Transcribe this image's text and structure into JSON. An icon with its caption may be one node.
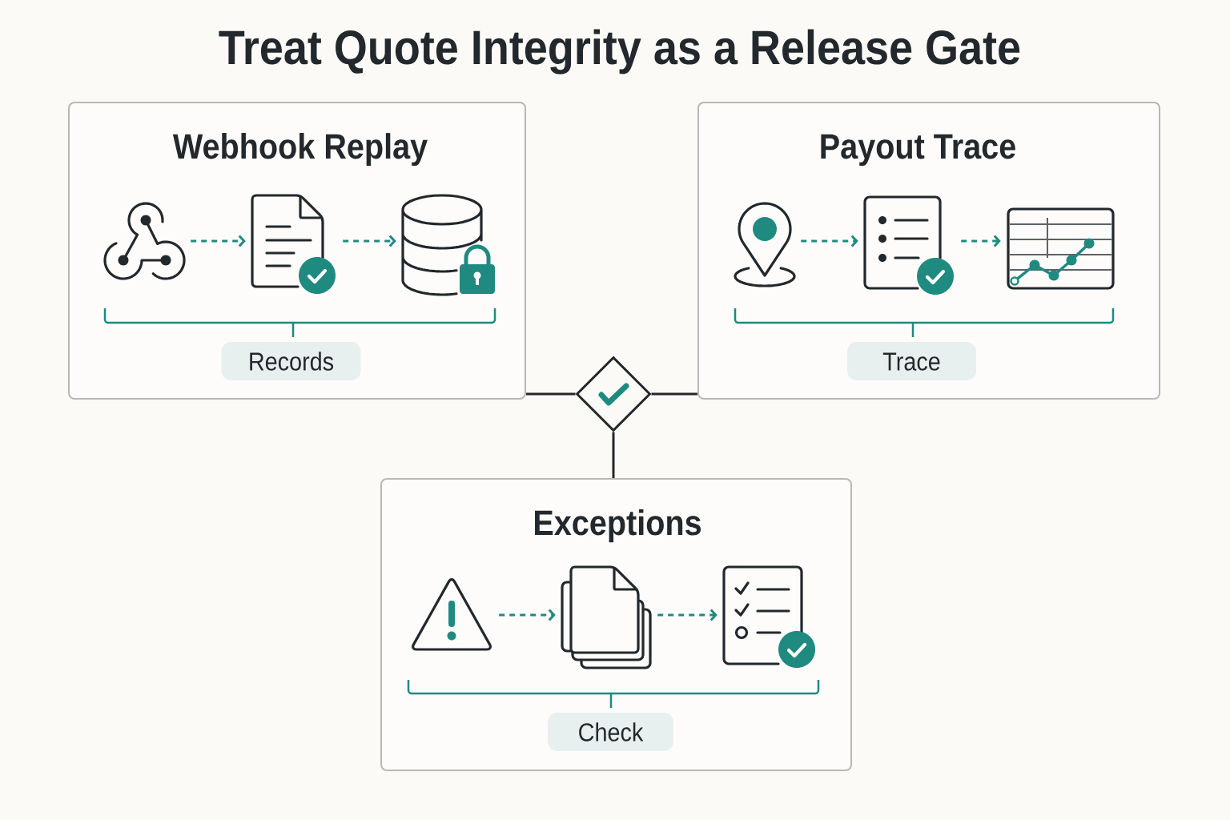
{
  "diagram": {
    "title": "Treat Quote Integrity as a Release Gate",
    "nodes": [
      {
        "text": [
          "Webhook Replay"
        ]
      },
      {
        "text": [],
        "shape": "picture",
        "in": 0
      },
      {
        "text": [],
        "shape": "picture",
        "in": 0
      },
      {
        "text": [],
        "shape": "picture",
        "in": 0
      },
      {
        "text": [
          "Records"
        ],
        "in": 0
      },
      {
        "text": [
          "Payout Trace"
        ]
      },
      {
        "text": [],
        "shape": "picture",
        "in": 5
      },
      {
        "text": [],
        "shape": "picture",
        "in": 5
      },
      {
        "text": [],
        "shape": "picture",
        "in": 5
      },
      {
        "text": [
          "Trace"
        ],
        "in": 5
      },
      {
        "text": [],
        "shape": "diamond"
      },
      {
        "text": [
          "Exceptions"
        ]
      },
      {
        "text": [],
        "shape": "picture",
        "in": 11
      },
      {
        "text": [],
        "shape": "picture",
        "in": 11
      },
      {
        "text": [],
        "shape": "picture",
        "in": 11
      },
      {
        "text": [
          "Check"
        ],
        "in": 11
      }
    ],
    "edges": [
      {
        "from": 0,
        "to": 10,
        "arrow": "none",
        "color": "#22282c"
      },
      {
        "from": 5,
        "to": 10,
        "arrow": "none",
        "color": "#22282c"
      },
      {
        "from": 10,
        "to": 11,
        "arrow": "none",
        "color": "#22282c"
      },
      {
        "from": 1,
        "to": 2,
        "arrow": "to",
        "style": "dashed",
        "color": "#1f8a80"
      },
      {
        "from": 2,
        "to": 3,
        "arrow": "to",
        "style": "dashed",
        "color": "#1f8a80"
      },
      {
        "from": 6,
        "to": 7,
        "arrow": "to",
        "style": "dashed",
        "color": "#1f8a80"
      },
      {
        "from": 7,
        "to": 8,
        "arrow": "to",
        "style": "dashed",
        "color": "#1f8a80"
      },
      {
        "from": 12,
        "to": 13,
        "arrow": "to",
        "style": "dashed",
        "color": "#1f8a80"
      },
      {
        "from": 13,
        "to": 14,
        "arrow": "to",
        "style": "dashed",
        "color": "#1f8a80"
      }
    ]
  }
}
